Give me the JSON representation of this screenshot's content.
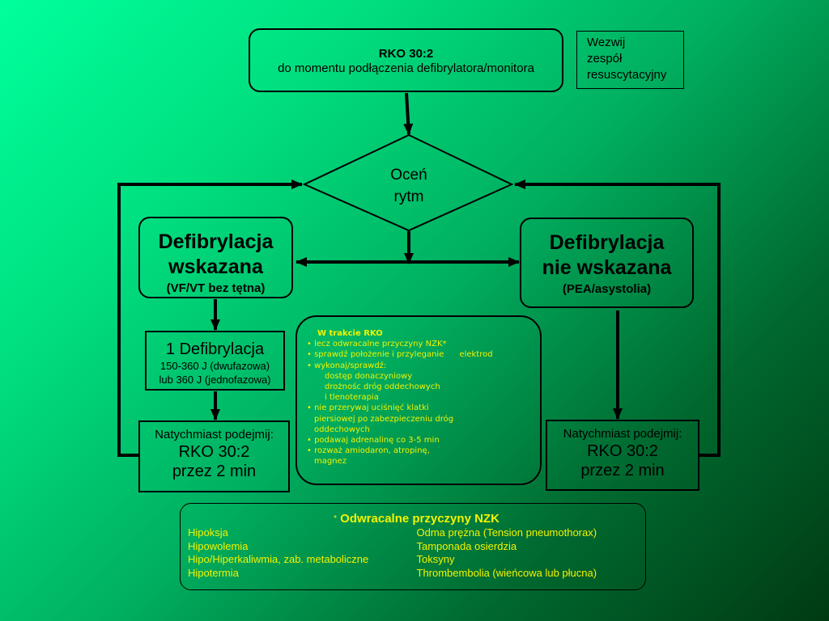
{
  "top_box": {
    "title": "RKO 30:2",
    "subtitle": "do momentu podłączenia defibrylatora/monitora"
  },
  "team_box": {
    "lines": [
      "Wezwij",
      "zespół",
      "resuscytacyjny"
    ]
  },
  "decision": {
    "lines": [
      "Oceń",
      "rytm"
    ]
  },
  "shockable": {
    "title_lines": [
      "Defibrylacja",
      "wskazana"
    ],
    "subtitle": "(VF/VT bez tętna)"
  },
  "non_shockable": {
    "title_lines": [
      "Defibrylacja",
      "nie wskazana"
    ],
    "subtitle": "(PEA/asystolia)"
  },
  "defibrillation": {
    "title": "1 Defibrylacja",
    "lines": [
      "150-360 J (dwufazowa)",
      "lub 360 J (jednofazowa)"
    ]
  },
  "cpr_left": {
    "header": "Natychmiast podejmij:",
    "lines": [
      "RKO 30:2",
      "przez 2 min"
    ]
  },
  "cpr_right": {
    "header": "Natychmiast podejmij:",
    "lines": [
      "RKO 30:2",
      "przez 2 min"
    ]
  },
  "during_cpr": {
    "title": "W trakcie RKO",
    "lines": [
      {
        "type": "bullet",
        "text": "• lecz odwracalne przyczyny NZK*"
      },
      {
        "type": "bullet",
        "text": "• sprawdź położenie i przyleganie      elektrod"
      },
      {
        "type": "bullet",
        "text": "• wykonaj/sprawdź:"
      },
      {
        "type": "ind",
        "text": "dostęp donaczyniowy"
      },
      {
        "type": "ind",
        "text": "drożnośc dróg oddechowych"
      },
      {
        "type": "ind",
        "text": "i tlenoterapia"
      },
      {
        "type": "bullet",
        "text": "• nie przerywaj uciśnięć klatki"
      },
      {
        "type": "cont",
        "text": "piersiowej po zabezpieczeniu dróg"
      },
      {
        "type": "cont",
        "text": "oddechowych"
      },
      {
        "type": "bullet",
        "text": "• podawaj adrenalinę co 3-5 min"
      },
      {
        "type": "bullet",
        "text": "• rozważ amiodaron, atropinę,"
      },
      {
        "type": "cont",
        "text": "magnez"
      }
    ]
  },
  "causes": {
    "star": "*",
    "title": "Odwracalne przyczyny NZK",
    "left": [
      "Hipoksja",
      "Hipowolemia",
      "Hipo/Hiperkaliwmia, zab. metaboliczne",
      "Hipotermia"
    ],
    "right": [
      "Odma prężna (Tension pneumothorax)",
      "Tamponada osierdzia",
      "Toksyny",
      "Thrombembolia (wieńcowa lub płucna)"
    ]
  },
  "colors": {
    "text_highlight": "#f3f300",
    "line": "#000000"
  }
}
